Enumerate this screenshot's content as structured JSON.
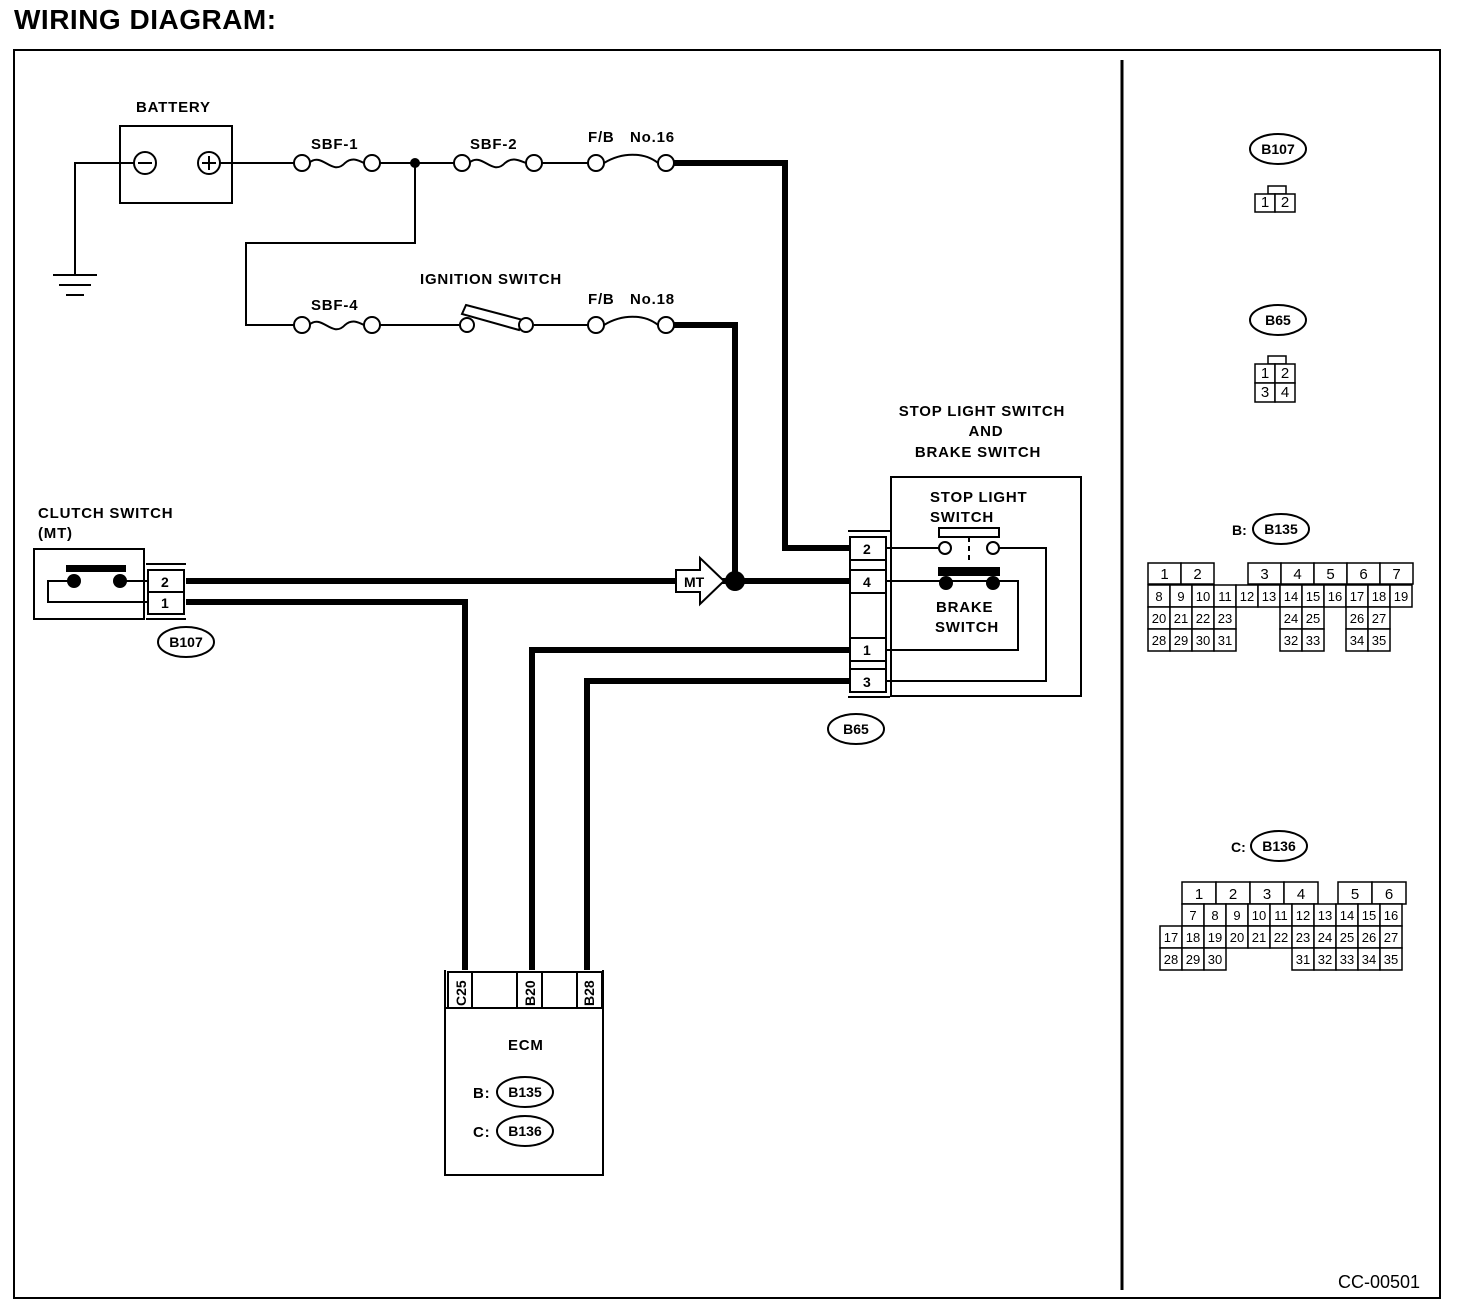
{
  "title": "WIRING DIAGRAM:",
  "labels": {
    "battery": "BATTERY",
    "sbf1": "SBF-1",
    "sbf2": "SBF-2",
    "sbf4": "SBF-4",
    "fb16_a": "F/B",
    "fb16_b": "No.16",
    "fb18_a": "F/B",
    "fb18_b": "No.18",
    "ignition": "IGNITION SWITCH",
    "stop_brake_1": "STOP LIGHT SWITCH",
    "stop_brake_2": "AND",
    "stop_brake_3": "BRAKE SWITCH",
    "stop_light_1": "STOP LIGHT",
    "stop_light_2": "SWITCH",
    "brake_1": "BRAKE",
    "brake_2": "SWITCH",
    "clutch_1": "CLUTCH SWITCH",
    "clutch_2": "(MT)",
    "mt": "MT",
    "ecm": "ECM",
    "ecm_b_prefix": "B:",
    "ecm_c_prefix": "C:",
    "drawing_code": "CC-00501"
  },
  "connectors": {
    "b107": "B107",
    "b65": "B65",
    "b135": "B135",
    "b136": "B136",
    "b135_prefix": "B:",
    "b136_prefix": "C:"
  },
  "pins": {
    "clutch_top": "2",
    "clutch_bottom": "1",
    "b65_p2": "2",
    "b65_p4": "4",
    "b65_p1": "1",
    "b65_p3": "3",
    "ecm_c25": "C25",
    "ecm_b20": "B20",
    "ecm_b28": "B28"
  },
  "connector_views": {
    "b107": [
      [
        "1",
        "2"
      ]
    ],
    "b65": [
      [
        "1",
        "2"
      ],
      [
        "3",
        "4"
      ]
    ],
    "b135": [
      [
        "1",
        "2",
        "",
        "",
        "3",
        "4",
        "5",
        "6",
        "7"
      ],
      [
        "8",
        "9",
        "10",
        "11",
        "12",
        "13",
        "14",
        "15",
        "16",
        "17",
        "18",
        "19"
      ],
      [
        "20",
        "21",
        "22",
        "23",
        "",
        "",
        "24",
        "25",
        "",
        "26",
        "27"
      ],
      [
        "28",
        "29",
        "30",
        "31",
        "",
        "",
        "32",
        "33",
        "",
        "34",
        "35"
      ]
    ],
    "b136": [
      [
        "1",
        "2",
        "3",
        "4",
        "",
        "5",
        "6"
      ],
      [
        "7",
        "8",
        "9",
        "10",
        "11",
        "12",
        "13",
        "14",
        "15",
        "16"
      ],
      [
        "17",
        "18",
        "19",
        "20",
        "21",
        "22",
        "23",
        "24",
        "25",
        "26",
        "27"
      ],
      [
        "28",
        "29",
        "30",
        "",
        "",
        "",
        "31",
        "32",
        "33",
        "34",
        "35"
      ]
    ]
  }
}
